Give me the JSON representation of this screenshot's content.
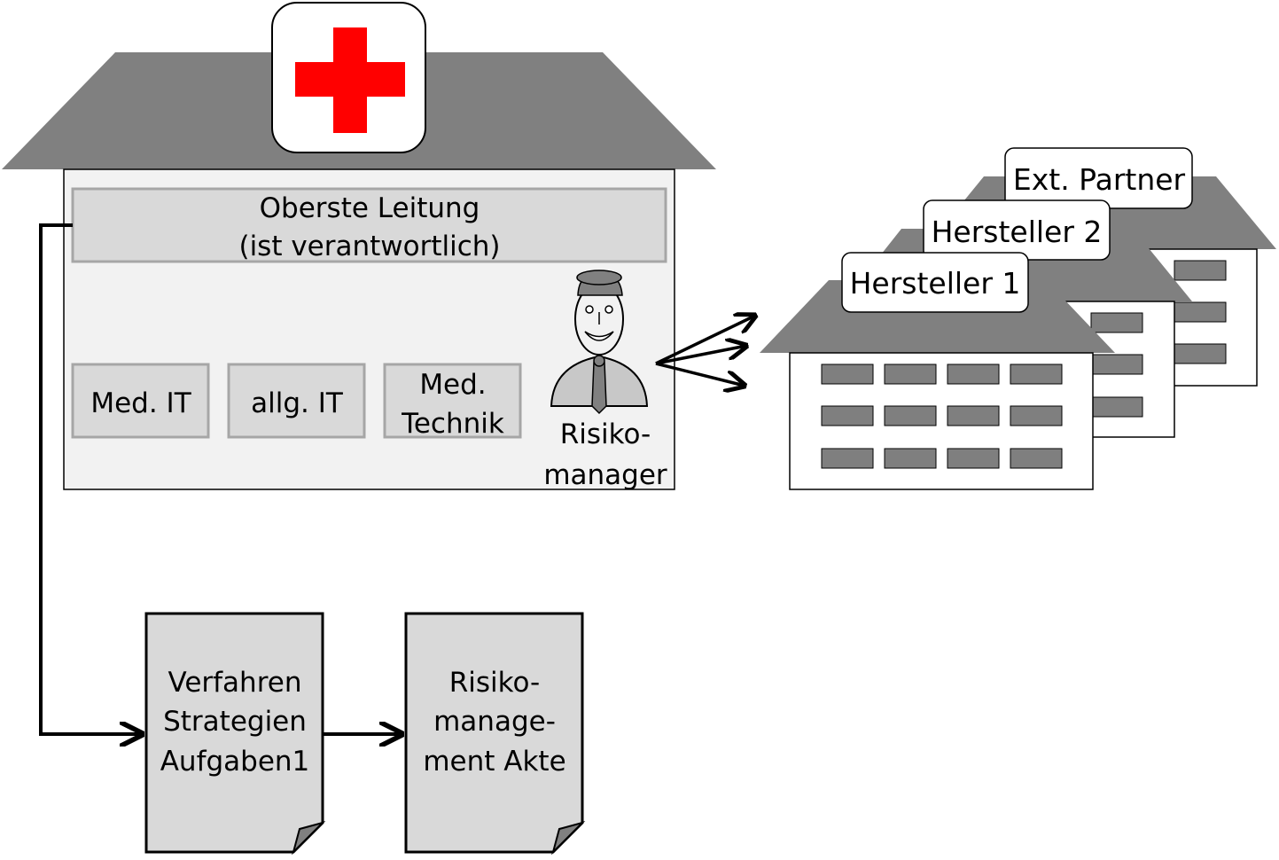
{
  "hospital": {
    "management": {
      "line1": "Oberste Leitung",
      "line2": "(ist verantwortlich)"
    },
    "departments": [
      {
        "lines": [
          "Med. IT"
        ]
      },
      {
        "lines": [
          "allg. IT"
        ]
      },
      {
        "lines": [
          "Med.",
          "Technik"
        ]
      }
    ],
    "risk_manager": {
      "line1": "Risiko-",
      "line2": "manager"
    }
  },
  "partners": [
    {
      "label": "Ext. Partner"
    },
    {
      "label": "Hersteller 2"
    },
    {
      "label": "Hersteller 1"
    }
  ],
  "documents": [
    {
      "lines": [
        "Verfahren",
        "Strategien",
        "Aufgaben1"
      ]
    },
    {
      "lines": [
        "Risiko-",
        "manage-",
        "ment Akte"
      ]
    }
  ],
  "colors": {
    "roof": "#808080",
    "cross": "#ff0000",
    "building_fill": "#f2f2f2",
    "box_fill": "#d9d9d9",
    "box_border": "#a6a6a6",
    "window": "#7f7f7f",
    "document_fill": "#d9d9d9"
  }
}
